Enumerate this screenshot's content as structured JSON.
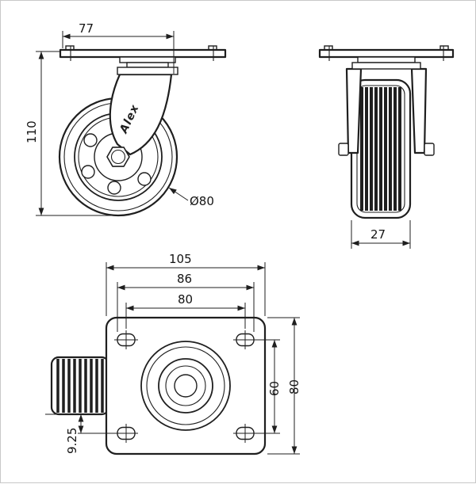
{
  "colors": {
    "background": "#ffffff",
    "line": "#1f1f1f",
    "dimension_text": "#141414",
    "border": "#c8c8c8"
  },
  "views": {
    "side": {
      "dim_top_width": "77",
      "dim_overall_height": "110",
      "dim_wheel_diameter": "Ø80",
      "fork_logo": "Alex"
    },
    "front": {
      "dim_wheel_width": "27"
    },
    "plan": {
      "dim_plate_width": "105",
      "dim_slot_outer_span": "86",
      "dim_bolt_span_horizontal": "80",
      "dim_bolt_span_vertical": "60",
      "dim_plate_depth": "80",
      "dim_corner_offset": "9.25"
    }
  }
}
